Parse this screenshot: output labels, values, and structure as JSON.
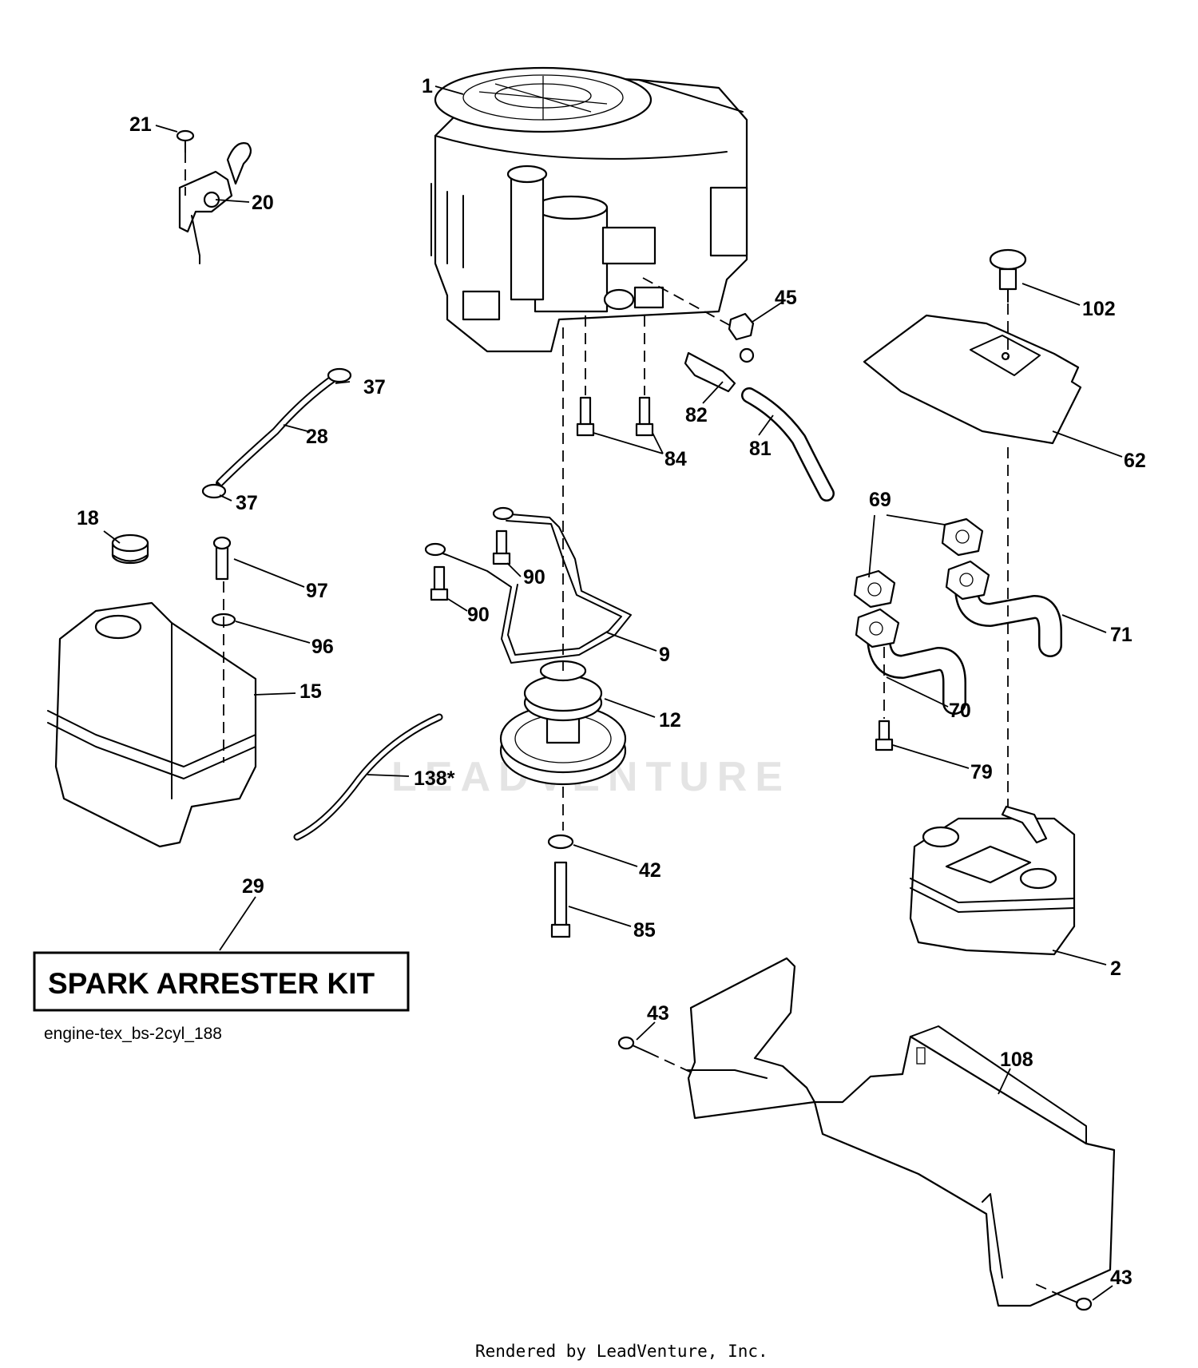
{
  "callouts": {
    "c1": "1",
    "c2": "2",
    "c9": "9",
    "c12": "12",
    "c15": "15",
    "c18": "18",
    "c20": "20",
    "c21": "21",
    "c28": "28",
    "c29": "29",
    "c37a": "37",
    "c37b": "37",
    "c42": "42",
    "c43a": "43",
    "c43b": "43",
    "c45": "45",
    "c62": "62",
    "c69": "69",
    "c70": "70",
    "c71": "71",
    "c79": "79",
    "c81": "81",
    "c82": "82",
    "c84": "84",
    "c85": "85",
    "c90a": "90",
    "c90b": "90",
    "c96": "96",
    "c97": "97",
    "c102": "102",
    "c108": "108",
    "c138": "138*"
  },
  "kit_label": "SPARK ARRESTER KIT",
  "diagram_code": "engine-tex_bs-2cyl_188",
  "footer": "Rendered by LeadVenture, Inc.",
  "watermark": "LEADVENTURE"
}
